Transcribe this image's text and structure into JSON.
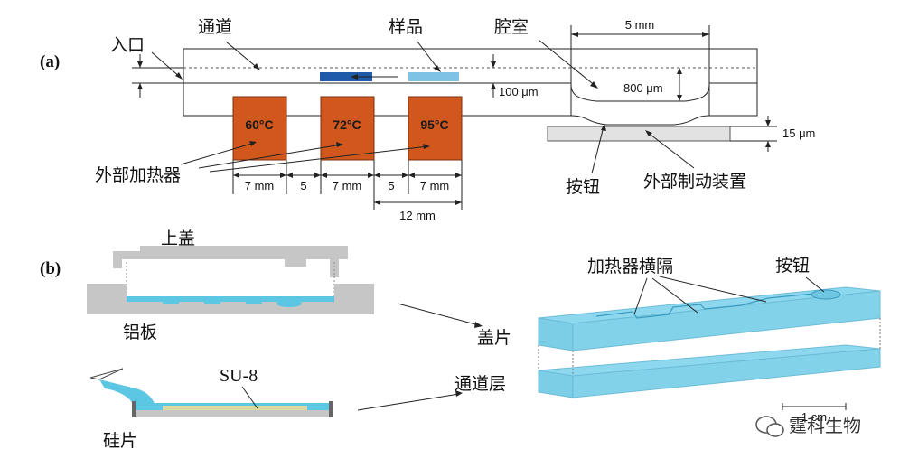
{
  "panel_a": {
    "label": "(a)",
    "inlet": "入口",
    "channel": "通道",
    "sample": "样品",
    "chamber": "腔室",
    "external_heaters": "外部加热器",
    "button": "按钮",
    "external_actuator": "外部制动装置",
    "heaters": [
      {
        "temp": "60°C",
        "color": "#d2571d"
      },
      {
        "temp": "72°C",
        "color": "#d2571d"
      },
      {
        "temp": "95°C",
        "color": "#d2571d"
      }
    ],
    "dims": {
      "chamber_width": "5 mm",
      "chamber_depth": "800 μm",
      "channel_depth": "100 μm",
      "actuator_gap": "15 μm",
      "heater1_width": "7 mm",
      "gap1": "5",
      "heater2_width": "7 mm",
      "gap2": "5",
      "heater3_width": "7 mm",
      "pitch": "12 mm"
    },
    "sample_colors": {
      "dark": "#1e5aa8",
      "light": "#7ec3e6"
    }
  },
  "panel_b": {
    "label": "(b)",
    "top_cover": "上盖",
    "aluminum_plate": "铝板",
    "silicon_wafer": "硅片",
    "su8": "SU-8",
    "cover_piece": "盖片",
    "channel_layer": "通道层",
    "heater_partitions": "加热器横隔",
    "button": "按钮",
    "scale": "1 cm",
    "fluid_color": "#5cc7e3",
    "block_color": "#8ed8ef"
  },
  "watermark": "霆科生物"
}
